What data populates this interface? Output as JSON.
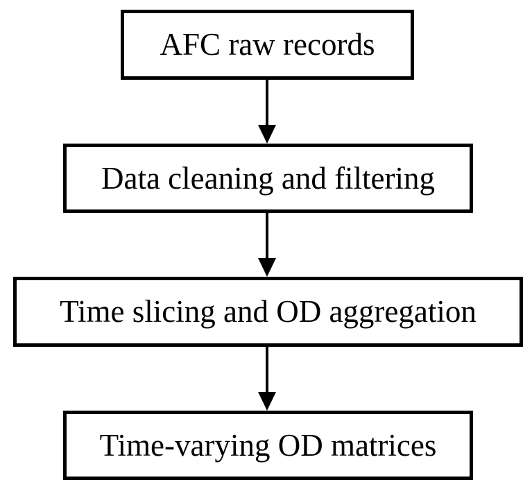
{
  "diagram": {
    "steps": [
      {
        "label": "AFC raw records"
      },
      {
        "label": "Data cleaning and filtering"
      },
      {
        "label": "Time slicing and OD aggregation"
      },
      {
        "label": "Time-varying OD matrices"
      }
    ],
    "colors": {
      "stroke": "#000000",
      "fill": "#ffffff",
      "text": "#000000"
    }
  }
}
